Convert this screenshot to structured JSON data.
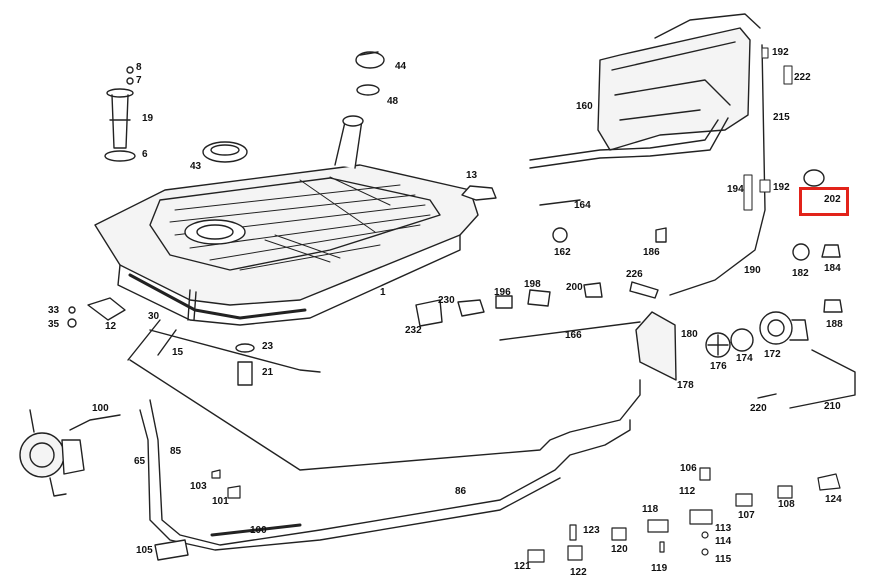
{
  "diagram": {
    "highlight_label": "202",
    "labels": [
      "8",
      "7",
      "19",
      "6",
      "43",
      "44",
      "48",
      "13",
      "1",
      "12",
      "33",
      "35",
      "30",
      "15",
      "23",
      "21",
      "100",
      "65",
      "85",
      "103",
      "101",
      "100",
      "105",
      "86",
      "160",
      "192",
      "222",
      "215",
      "194",
      "192",
      "202",
      "164",
      "162",
      "186",
      "230",
      "232",
      "196",
      "198",
      "200",
      "226",
      "166",
      "182",
      "184",
      "188",
      "180",
      "178",
      "176",
      "174",
      "172",
      "190",
      "220",
      "210",
      "106",
      "112",
      "107",
      "108",
      "124",
      "118",
      "113",
      "114",
      "115",
      "123",
      "120",
      "119",
      "121",
      "122"
    ]
  }
}
